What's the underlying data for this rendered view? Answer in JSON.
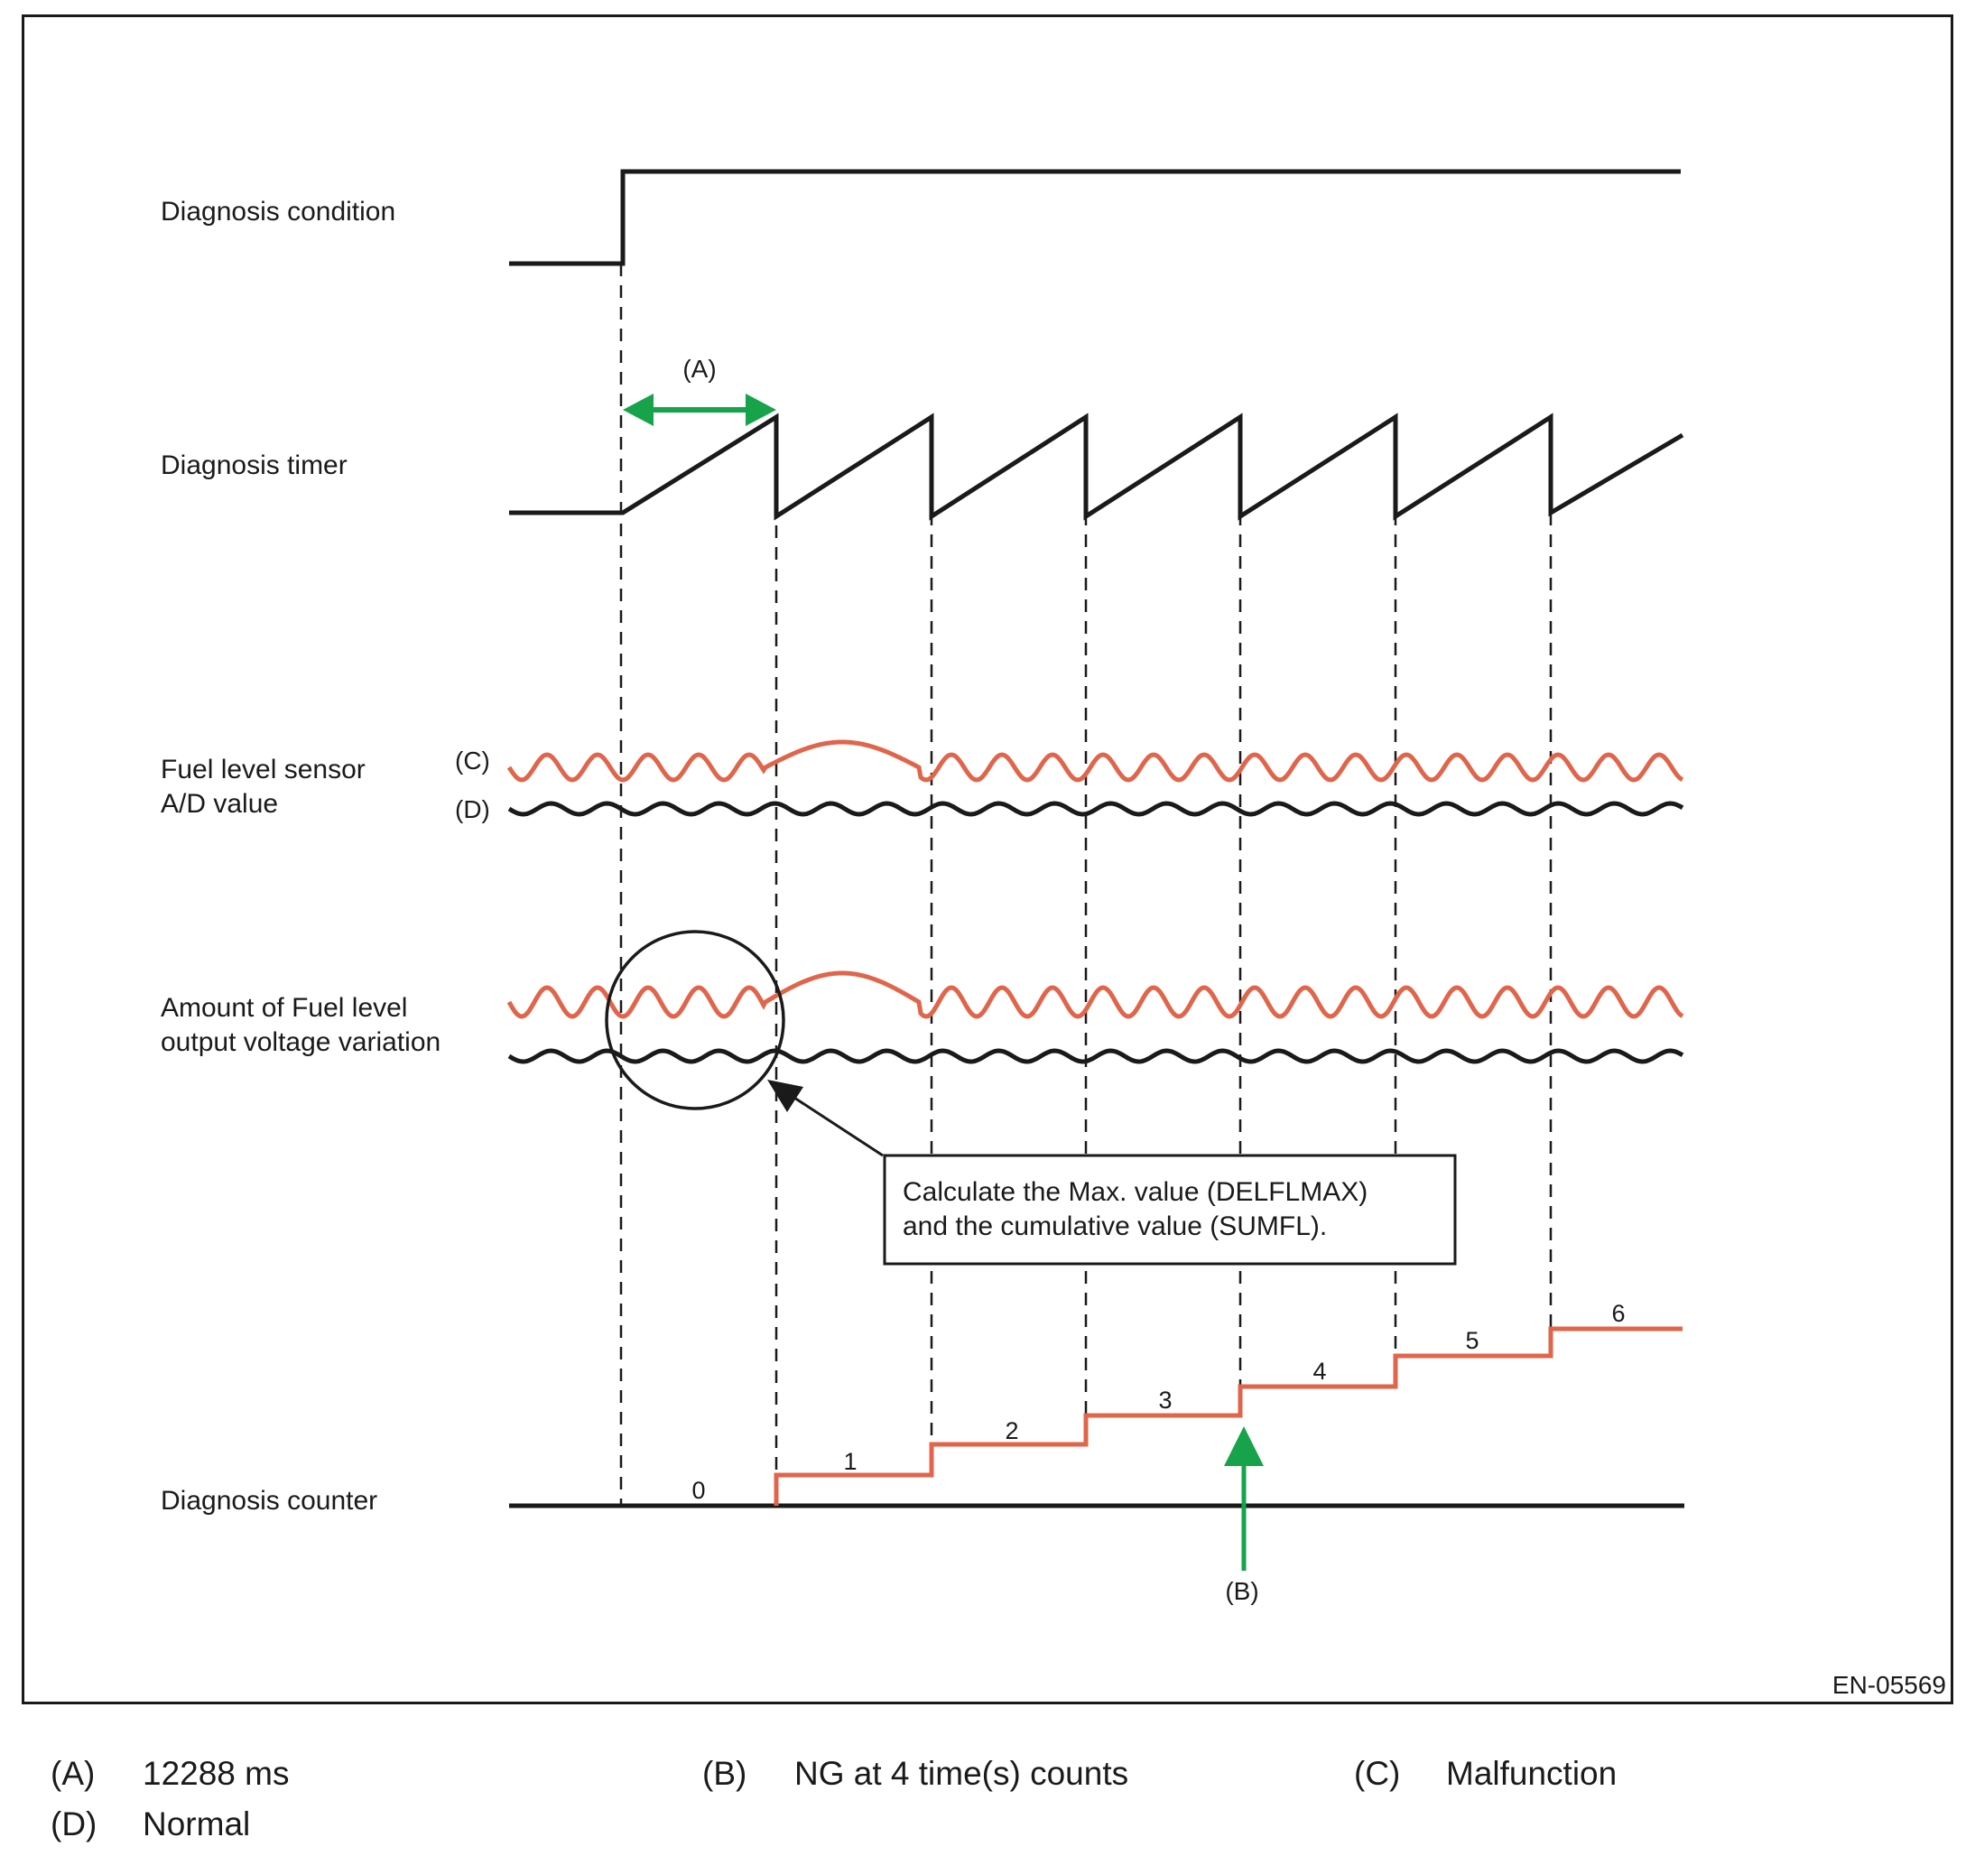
{
  "signals": {
    "diagnosis_condition": "Diagnosis condition",
    "diagnosis_timer": "Diagnosis timer",
    "fuel_level_sensor": [
      "Fuel level sensor",
      "A/D value"
    ],
    "fuel_voltage_variation": [
      "Amount of Fuel level",
      "output voltage variation"
    ],
    "diagnosis_counter": "Diagnosis counter"
  },
  "markers": {
    "a": "(A)",
    "b": "(B)",
    "c": "(C)",
    "d": "(D)"
  },
  "callout": [
    "Calculate the Max. value (DELFLMAX)",
    "and the cumulative value (SUMFL)."
  ],
  "counter_values": [
    "0",
    "1",
    "2",
    "3",
    "4",
    "5",
    "6"
  ],
  "figure_id": "EN-05569",
  "legend": [
    {
      "key": "(A)",
      "text": "12288 ms"
    },
    {
      "key": "(B)",
      "text": "NG at 4 time(s) counts"
    },
    {
      "key": "(C)",
      "text": "Malfunction"
    },
    {
      "key": "(D)",
      "text": "Normal"
    }
  ],
  "colors": {
    "signal": "#1a1a1a",
    "malfunction": "#e0654a",
    "arrow_green": "#17a34a"
  }
}
